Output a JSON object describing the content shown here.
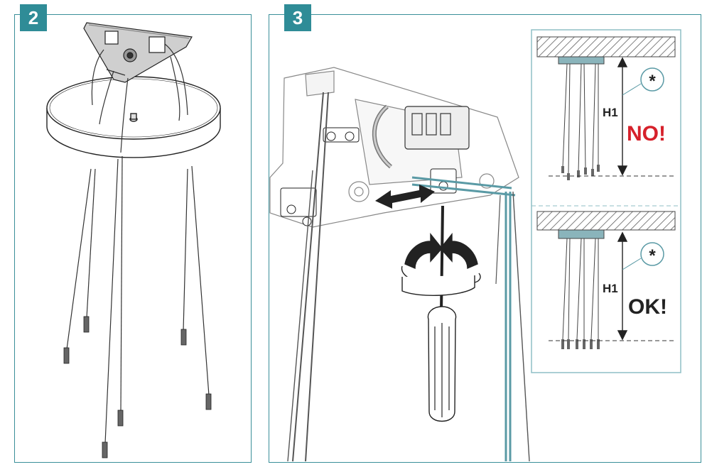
{
  "steps": {
    "left": {
      "number": "2"
    },
    "right": {
      "number": "3"
    }
  },
  "inset": {
    "top": {
      "height_label": "H1",
      "verdict": "NO!",
      "note_symbol": "*"
    },
    "bottom": {
      "height_label": "H1",
      "verdict": "OK!",
      "note_symbol": "*"
    }
  },
  "colors": {
    "frame": "#3a8f99",
    "badge": "#2f8c97",
    "no": "#d6212b",
    "ok": "#222222",
    "cable": "#5a9aa5"
  }
}
